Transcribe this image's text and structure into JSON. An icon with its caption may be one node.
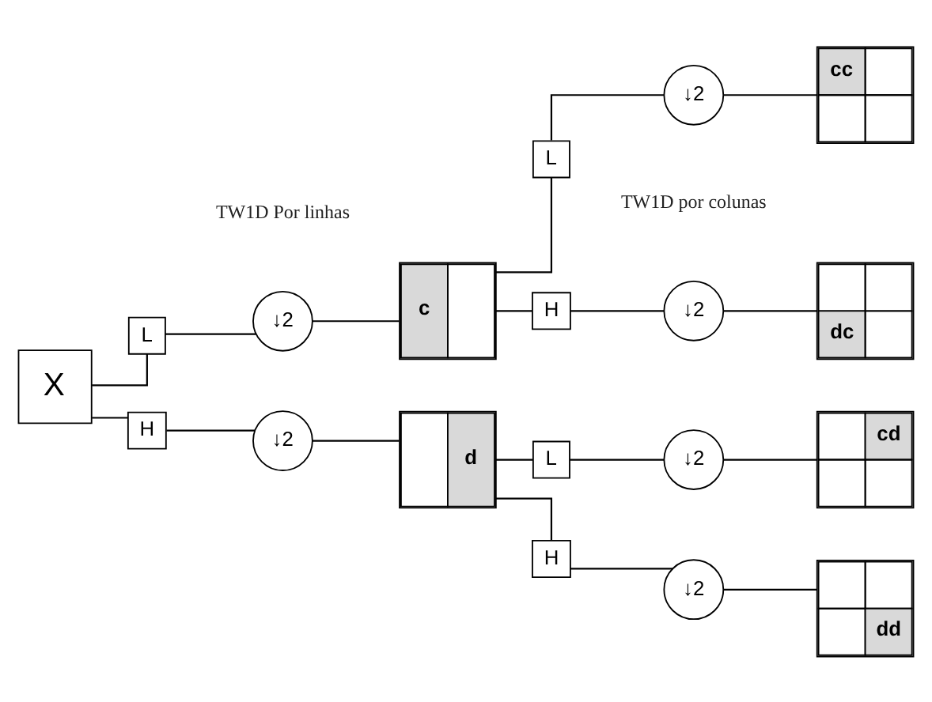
{
  "diagram": {
    "nodes": [
      {
        "text": [
          "X"
        ]
      },
      {
        "text": [
          "L"
        ]
      },
      {
        "text": [
          "↓2"
        ]
      },
      {
        "text": [
          "c"
        ]
      },
      {
        "text": [
          "H"
        ]
      },
      {
        "text": [
          "↓2"
        ]
      },
      {
        "text": [
          "d"
        ]
      },
      {
        "text": [
          "L"
        ]
      },
      {
        "text": [
          "↓2"
        ]
      },
      {
        "text": [
          "cc"
        ]
      },
      {
        "text": [
          "H"
        ]
      },
      {
        "text": [
          "↓2"
        ]
      },
      {
        "text": [
          "dc"
        ]
      },
      {
        "text": [
          "L"
        ]
      },
      {
        "text": [
          "↓2"
        ]
      },
      {
        "text": [
          "cd"
        ]
      },
      {
        "text": [
          "H"
        ]
      },
      {
        "text": [
          "↓2"
        ]
      },
      {
        "text": [
          "dd"
        ]
      }
    ],
    "edges": [
      {
        "from": 0,
        "to": 1,
        "arrow": "none"
      },
      {
        "from": 0,
        "to": 4,
        "arrow": "none"
      },
      {
        "from": 1,
        "to": 2,
        "arrow": "none"
      },
      {
        "from": 2,
        "to": 3,
        "arrow": "none"
      },
      {
        "from": 4,
        "to": 5,
        "arrow": "none"
      },
      {
        "from": 5,
        "to": 6,
        "arrow": "none"
      },
      {
        "from": 3,
        "to": 7,
        "arrow": "none"
      },
      {
        "from": 3,
        "to": 10,
        "arrow": "none"
      },
      {
        "from": 7,
        "to": 8,
        "arrow": "none"
      },
      {
        "from": 8,
        "to": 9,
        "arrow": "none"
      },
      {
        "from": 10,
        "to": 11,
        "arrow": "none"
      },
      {
        "from": 11,
        "to": 12,
        "arrow": "none"
      },
      {
        "from": 6,
        "to": 13,
        "arrow": "none"
      },
      {
        "from": 6,
        "to": 16,
        "arrow": "none"
      },
      {
        "from": 13,
        "to": 14,
        "arrow": "none"
      },
      {
        "from": 14,
        "to": 15,
        "arrow": "none"
      },
      {
        "from": 16,
        "to": 17,
        "arrow": "none"
      },
      {
        "from": 17,
        "to": 18,
        "arrow": "none"
      }
    ],
    "labels": [
      "TW1D Por linhas",
      "TW1D por colunas"
    ]
  }
}
